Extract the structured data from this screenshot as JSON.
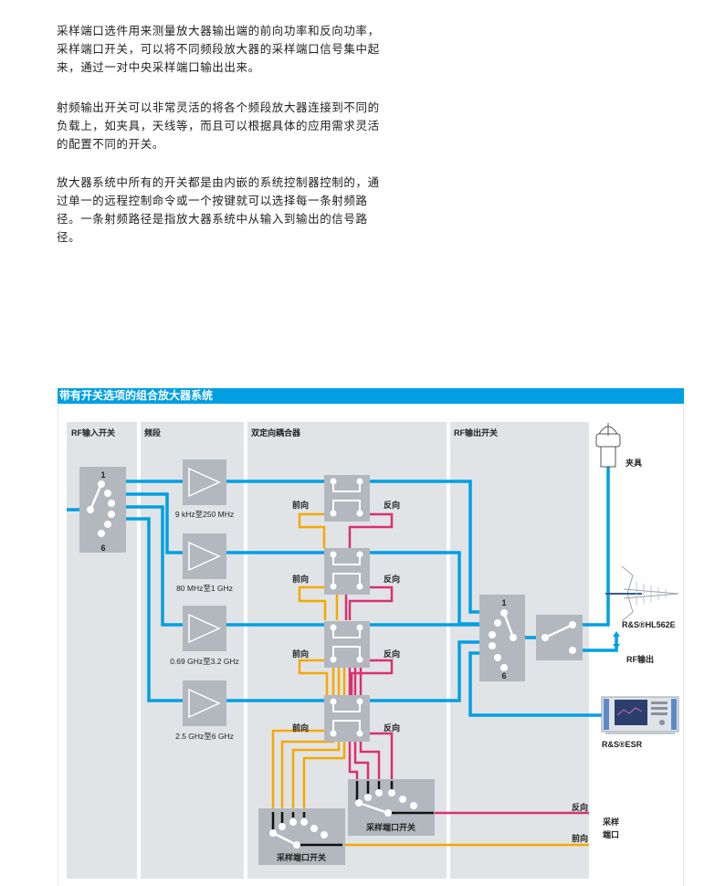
{
  "paragraphs": [
    "采样端口选件用来测量放大器输出端的前向功率和反向功率，采样端口开关，可以将不同频段放大器的采样端口信号集中起来，通过一对中央采样端口输出出来。",
    "射频输出开关可以非常灵活的将各个频段放大器连接到不同的负载上，如夹具，天线等，而且可以根据具体的应用需求灵活的配置不同的开关。",
    "放大器系统中所有的开关都是由内嵌的系统控制器控制的，通过单一的远程控制命令或一个按键就可以选择每一条射频路径。一条射频路径是指放大器系统中从输入到输出的信号路径。"
  ],
  "figure": {
    "title": "带有开关选项的组合放大器系统",
    "columns": [
      "RF输入开关",
      "频段",
      "双定向耦合器",
      "RF输出开关"
    ],
    "input_switch": {
      "top_port": "1",
      "bottom_port": "6"
    },
    "output_switch": {
      "top_port": "1",
      "bottom_port": "6"
    },
    "bands": [
      "9 kHz至250 MHz",
      "80 MHz至1 GHz",
      "0.69 GHz至3.2 GHz",
      "2.5 GHz至6 GHz"
    ],
    "coupler_forward": "前向",
    "coupler_reverse": "反向",
    "sample_switch_label": "采样端口开关",
    "outputs": {
      "fixture": "夹具",
      "antenna": "R&S®HL562E",
      "rf_out": "RF输出",
      "receiver": "R&S®ESR"
    },
    "sample_port": {
      "reverse": "反向",
      "forward": "前向",
      "label_line1": "采样",
      "label_line2": "端口"
    },
    "colors": {
      "title_bar": "#009fe3",
      "rf_line": "#009fe3",
      "forward_line": "#f5a800",
      "reverse_line": "#d9306e",
      "block": "#b2b8be",
      "column_bg": "#e1e4e7"
    }
  }
}
